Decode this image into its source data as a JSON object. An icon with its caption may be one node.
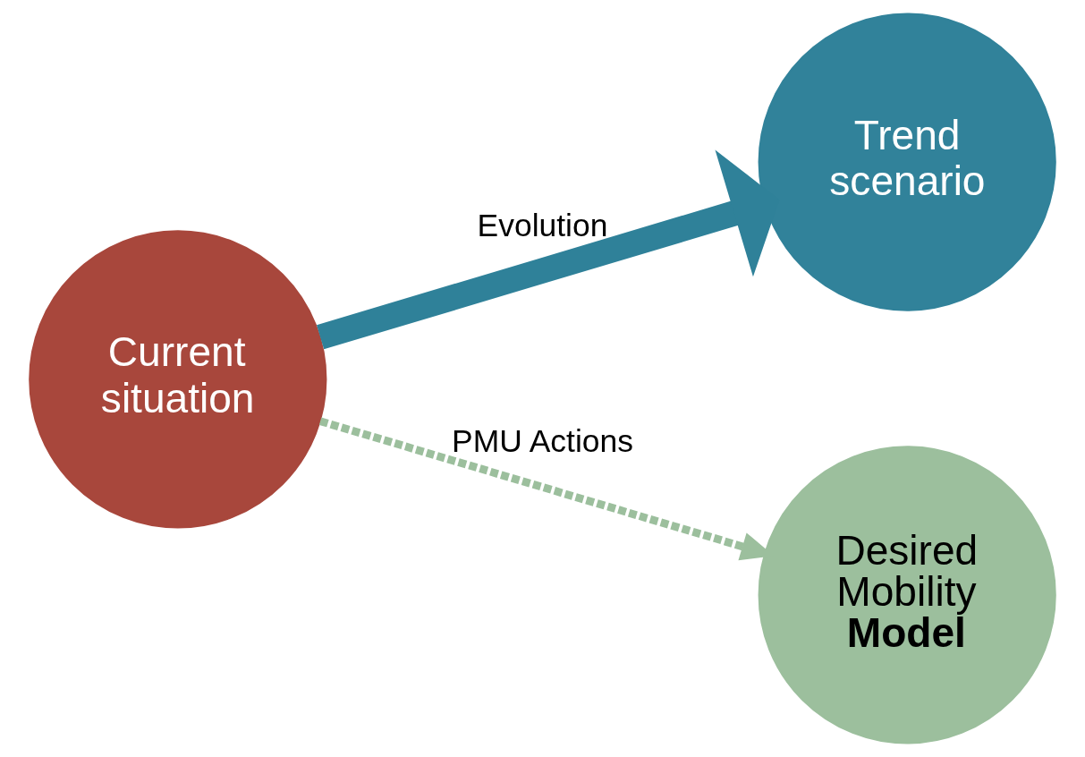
{
  "diagram": {
    "nodes": [
      {
        "text": [
          "Current situation"
        ]
      },
      {
        "text": [
          "Trend scenario"
        ]
      },
      {
        "text": [
          "Desired Mobility **Model**"
        ]
      }
    ],
    "edges": [
      {
        "from": 0,
        "to": 1,
        "arrow": "to",
        "label": "Evolution",
        "style": "thick",
        "color": "#2f8199"
      },
      {
        "from": 0,
        "to": 2,
        "arrow": "to",
        "label": "PMU Actions",
        "style": "dashed",
        "color": "#9cbf9d"
      }
    ]
  }
}
